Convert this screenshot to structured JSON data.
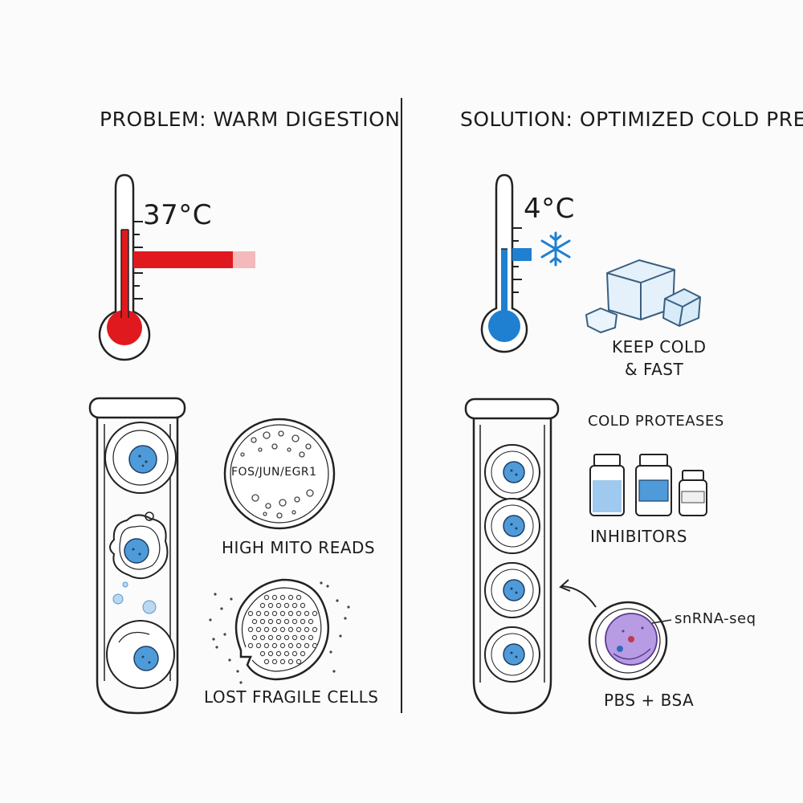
{
  "left": {
    "title": "PROBLEM: WARM DIGESTION",
    "temperature": "37°C",
    "gene_label": "FOS/JUN/EGR1",
    "mito_label": "HIGH MITO READS",
    "lost_label": "LOST FRAGILE CELLS"
  },
  "right": {
    "title": "SOLUTION: OPTIMIZED COLD PREP",
    "temperature": "4°C",
    "keep_cold_line1": "KEEP COLD",
    "keep_cold_line2": "& FAST",
    "proteases_label": "COLD PROTEASES",
    "inhibitors_label": "INHIBITORS",
    "snrna_label": "snRNA-seq",
    "buffer_label": "PBS + BSA"
  },
  "colors": {
    "warm": "#e0191f",
    "cold": "#1f7fd0",
    "cell_nucleus": "#4f9bd9",
    "nucleus_purple": "#9a6fd0",
    "ink": "#1c1c1c"
  }
}
